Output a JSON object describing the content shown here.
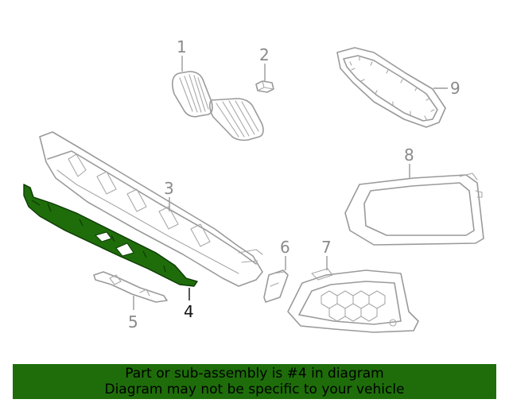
{
  "diagram": {
    "callouts": {
      "c1": "1",
      "c2": "2",
      "c3": "3",
      "c4": "4",
      "c5": "5",
      "c6": "6",
      "c7": "7",
      "c8": "8",
      "c9": "9"
    },
    "highlighted_part": "4",
    "highlight_color": "#1e6d0a"
  },
  "banner": {
    "line1": "Part or sub-assembly is #4 in diagram",
    "line2": "Diagram may not be specific to your vehicle",
    "background": "#1e6d0a"
  }
}
